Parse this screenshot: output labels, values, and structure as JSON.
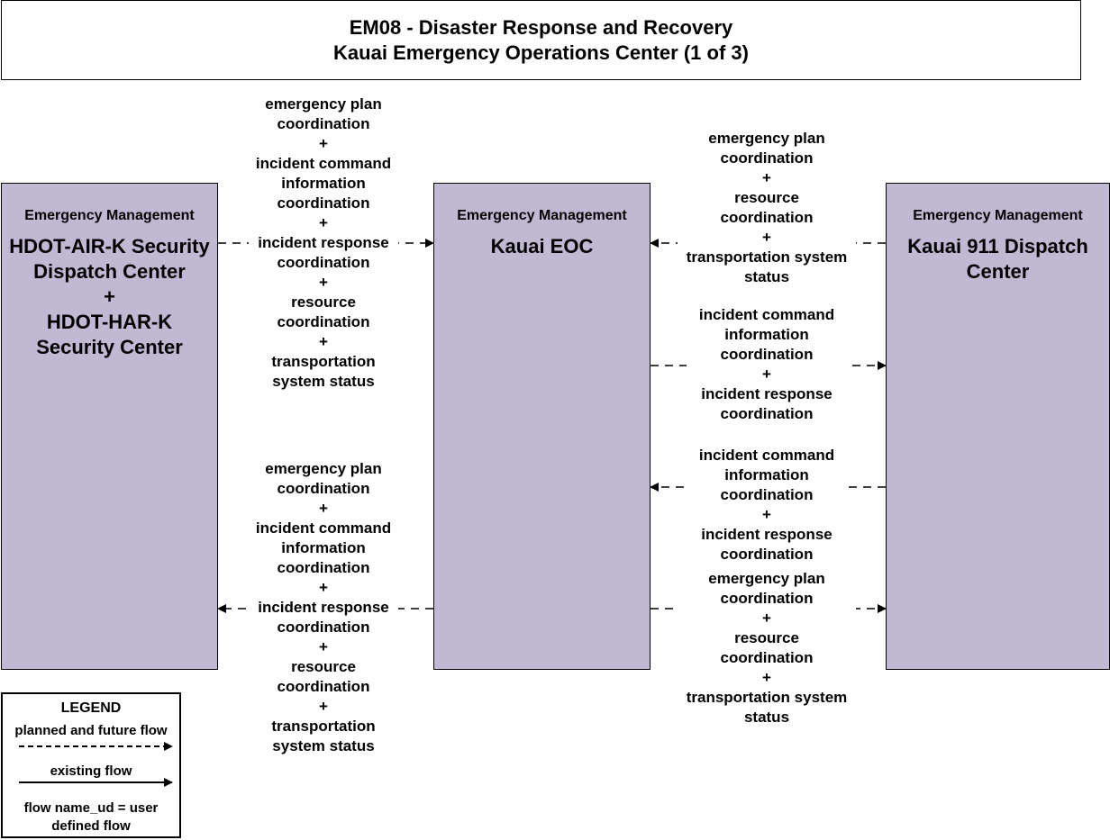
{
  "title": {
    "line1": "EM08 - Disaster Response and Recovery",
    "line2": "Kauai Emergency Operations Center (1 of 3)"
  },
  "elements": {
    "left": {
      "category": "Emergency Management",
      "name1": "HDOT-AIR-K Security Dispatch Center",
      "plus": "+",
      "name2": "HDOT-HAR-K Security Center"
    },
    "middle": {
      "category": "Emergency Management",
      "name": "Kauai EOC"
    },
    "right": {
      "category": "Emergency Management",
      "name": "Kauai 911 Dispatch Center"
    }
  },
  "flows": {
    "left_to_mid": [
      "emergency plan",
      "coordination",
      "+",
      "incident command",
      "information",
      "coordination",
      "+",
      "incident response",
      "coordination",
      "+",
      "resource",
      "coordination",
      "+",
      "transportation",
      "system status"
    ],
    "mid_to_left": [
      "emergency plan",
      "coordination",
      "+",
      "incident command",
      "information",
      "coordination",
      "+",
      "incident response",
      "coordination",
      "+",
      "resource",
      "coordination",
      "+",
      "transportation",
      "system status"
    ],
    "right_to_mid_top": [
      "emergency plan",
      "coordination",
      "+",
      "resource",
      "coordination",
      "+",
      "transportation system",
      "status"
    ],
    "mid_to_right_1": [
      "incident command",
      "information",
      "coordination",
      "+",
      "incident response",
      "coordination"
    ],
    "right_to_mid_2": [
      "incident command",
      "information",
      "coordination",
      "+",
      "incident response",
      "coordination"
    ],
    "mid_to_right_bottom": [
      "emergency plan",
      "coordination",
      "+",
      "resource",
      "coordination",
      "+",
      "transportation system",
      "status"
    ]
  },
  "legend": {
    "title": "LEGEND",
    "planned": "planned and future flow",
    "existing": "existing flow",
    "user_defined": "flow name_ud = user defined flow"
  }
}
